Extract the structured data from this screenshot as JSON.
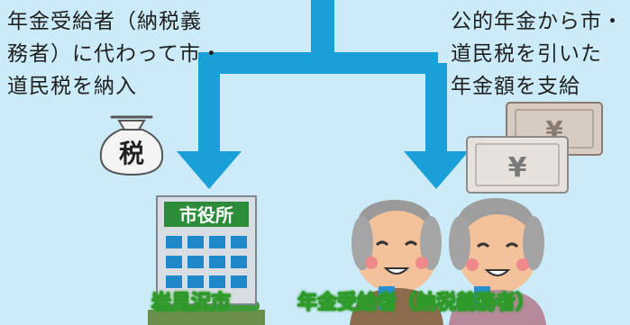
{
  "left_note": {
    "line1": "年金受給者（納税義",
    "line2": "務者）に代わって市・",
    "line3": "道民税を納入"
  },
  "right_note": {
    "line1": "公的年金から市・",
    "line2": "道民税を引いた",
    "line3": "年金額を支給"
  },
  "money_bag_text": "税",
  "city_hall_sign": "市役所",
  "yen_symbol": "¥",
  "city_label": "岩見沢市",
  "recipient_label": "年金受給者（納税義務者）",
  "colors": {
    "background": "#ccebf8",
    "arrow": "#1aa0d8",
    "label_outline": "#2f9a2a"
  }
}
